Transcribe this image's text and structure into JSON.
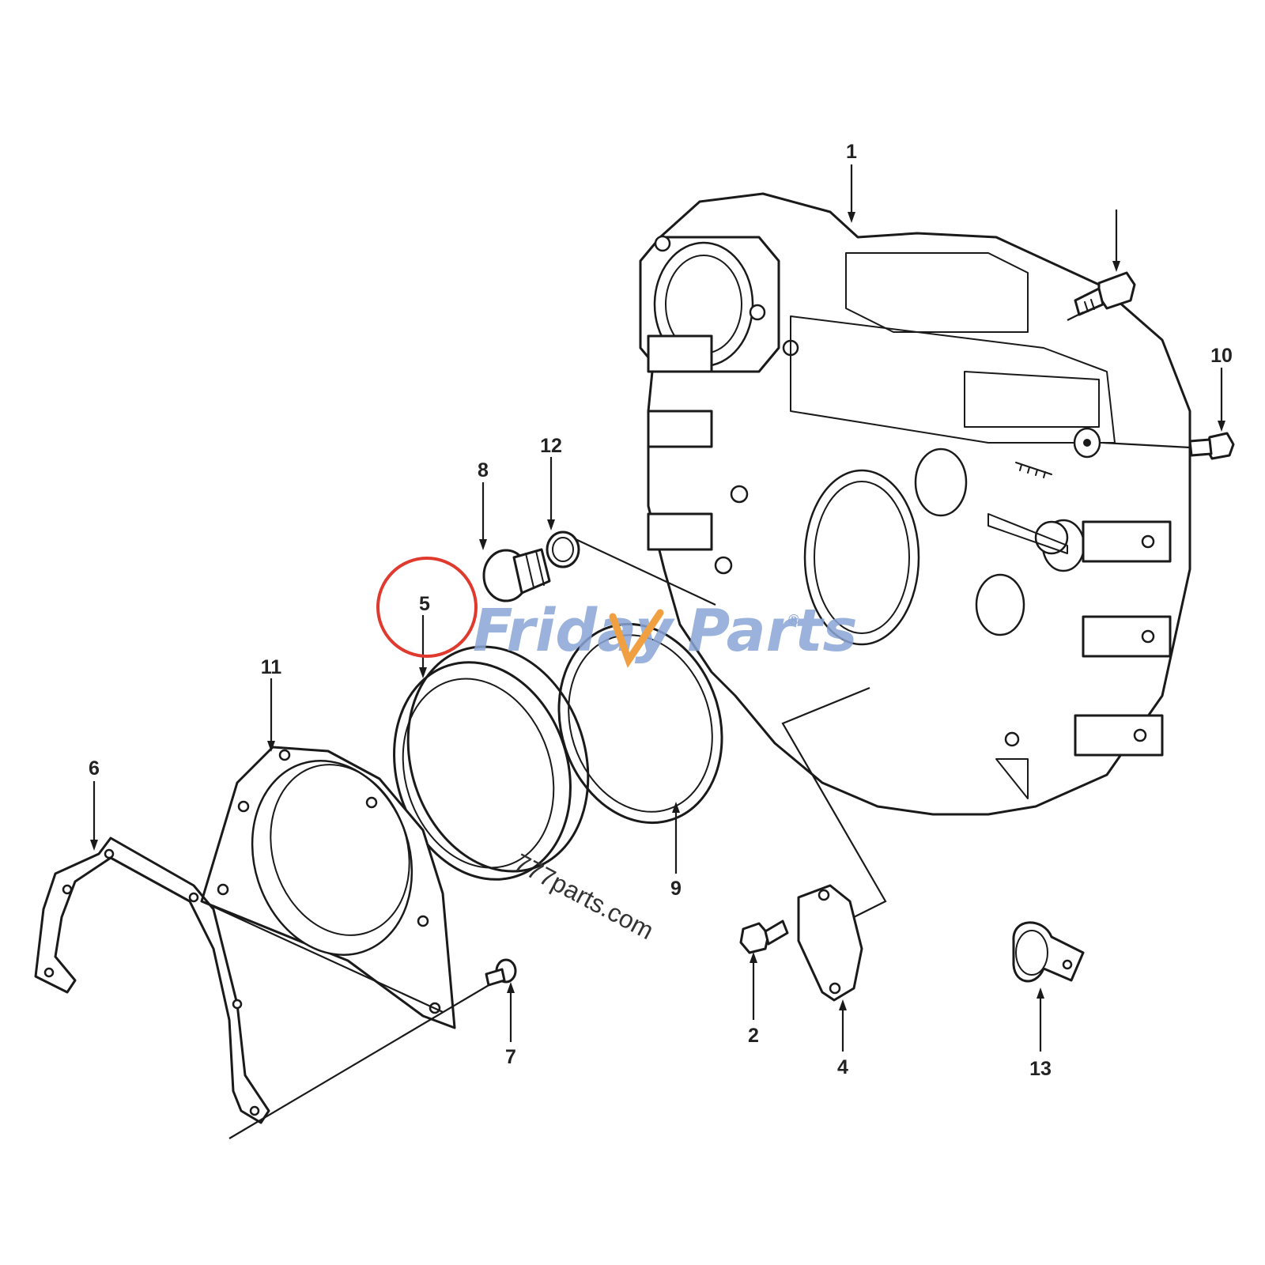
{
  "callouts": [
    {
      "id": "1",
      "label": "1"
    },
    {
      "id": "2",
      "label": "2"
    },
    {
      "id": "4",
      "label": "4"
    },
    {
      "id": "5",
      "label": "5"
    },
    {
      "id": "6",
      "label": "6"
    },
    {
      "id": "7",
      "label": "7"
    },
    {
      "id": "8",
      "label": "8"
    },
    {
      "id": "9",
      "label": "9"
    },
    {
      "id": "10",
      "label": "10"
    },
    {
      "id": "11",
      "label": "11"
    },
    {
      "id": "12",
      "label": "12"
    },
    {
      "id": "13",
      "label": "13"
    }
  ],
  "highlighted_callout": "5",
  "highlight_color": "#e03a2f",
  "watermark": {
    "brand_left": "Friday",
    "brand_right": "Parts",
    "brand_color": "#8aa6d6",
    "accent_color": "#f0a040",
    "registered_mark": "®",
    "site_text": "777parts.com"
  }
}
